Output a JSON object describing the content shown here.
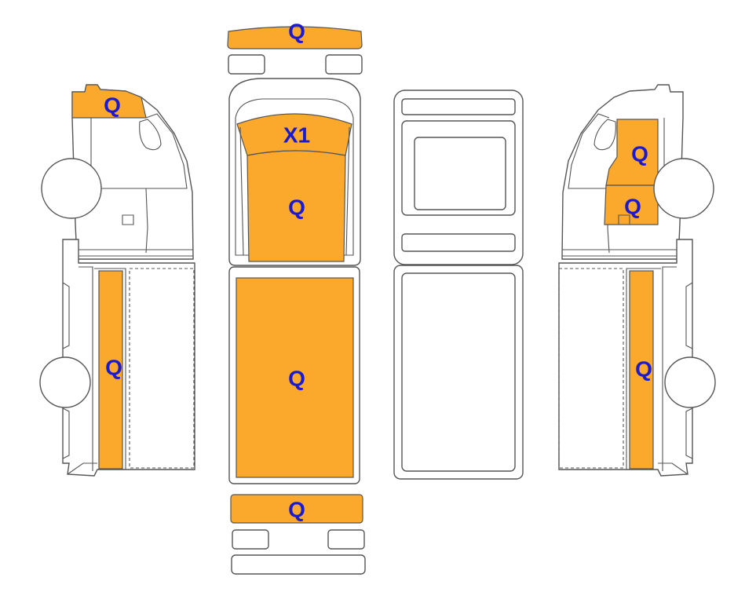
{
  "colors": {
    "damage_fill": "#FBA92C",
    "label_color": "#1A1AD0",
    "outline": "#555555",
    "background": "#FFFFFF"
  },
  "labels": {
    "top_front_bumper": "Q",
    "left_hood": "Q",
    "top_windshield": "X1",
    "top_roof_front": "Q",
    "right_door_upper": "Q",
    "right_door_lower": "Q",
    "left_cargo_side": "Q",
    "top_cargo_roof": "Q",
    "right_cargo_side": "Q",
    "top_rear_bumper": "Q"
  }
}
